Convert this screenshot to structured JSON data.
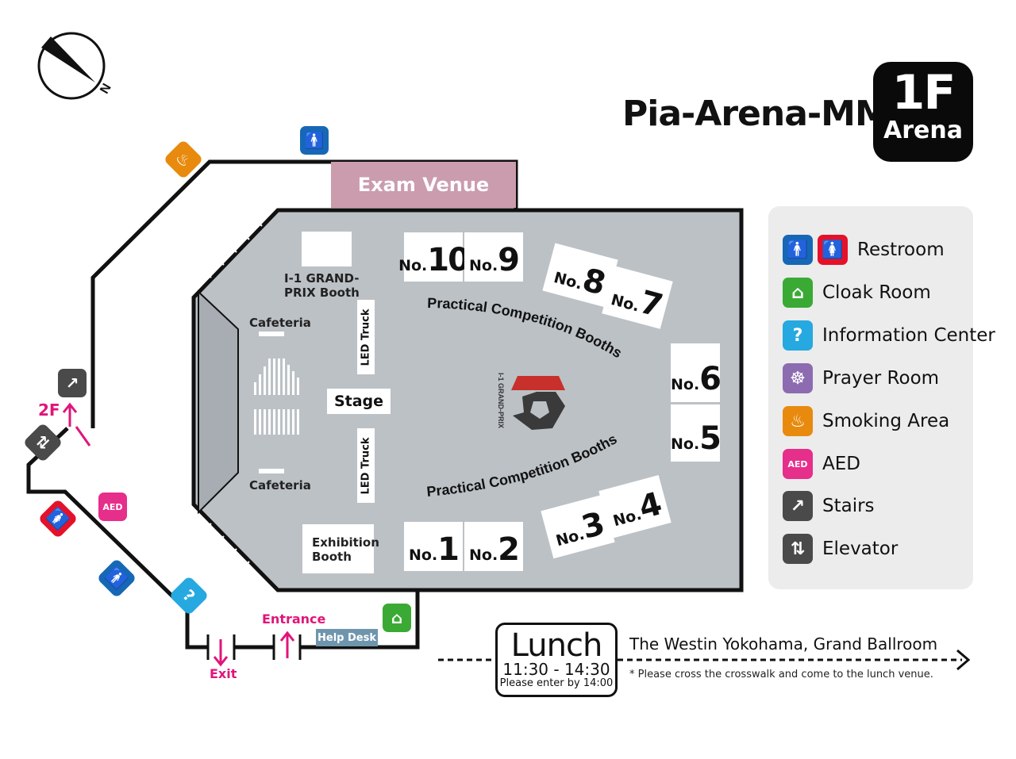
{
  "header": {
    "venue": "Pia-Arena-MM",
    "floor": "1F",
    "area": "Arena"
  },
  "exam_venue": "Exam Venue",
  "booths": {
    "prefix": "No.",
    "b1": "1",
    "b2": "2",
    "b3": "3",
    "b4": "4",
    "b5": "5",
    "b6": "6",
    "b7": "7",
    "b8": "8",
    "b9": "9",
    "b10": "10"
  },
  "arena_labels": {
    "grandprix_booth": "I-1 GRAND-PRIX Booth",
    "cafeteria_top": "Cafeteria",
    "cafeteria_bottom": "Cafeteria",
    "stage": "Stage",
    "led_truck_top": "LED Truck",
    "led_truck_bottom": "LED Truck",
    "exhibition_booth": "Exhibition Booth",
    "practical_top": "Practical Competition Booths",
    "practical_bottom": "Practical Competition Booths",
    "logo_text": "I-1 GRAND-PRIX"
  },
  "legend": {
    "restroom": "Restroom",
    "cloak": "Cloak Room",
    "info": "Information Center",
    "prayer": "Prayer Room",
    "smoking": "Smoking Area",
    "aed": "AED",
    "stairs": "Stairs",
    "elevator": "Elevator",
    "aed_icon_text": "AED"
  },
  "navigation": {
    "second_floor": "2F",
    "entrance": "Entrance",
    "exit": "Exit",
    "help_desk": "Help Desk"
  },
  "lunch": {
    "title": "Lunch",
    "time": "11:30 - 14:30",
    "note": "Please enter by 14:00",
    "destination": "The Westin Yokohama, Grand Ballroom",
    "crosswalk_note": "* Please cross the crosswalk and come to the lunch venue."
  },
  "compass": {
    "north": "N"
  },
  "colors": {
    "arena_floor": "#bcc1c6",
    "exam": "#cb9cad",
    "restroom_men": "#1668b6",
    "restroom_women": "#e5112a",
    "cloak": "#3aaa35",
    "info": "#26a9e0",
    "prayer": "#8c6bb1",
    "smoking": "#e88a0d",
    "aed": "#e62e8b",
    "stairs": "#4a4a4a",
    "entrance_pink": "#e0157a",
    "help_desk": "#6f95ad"
  }
}
